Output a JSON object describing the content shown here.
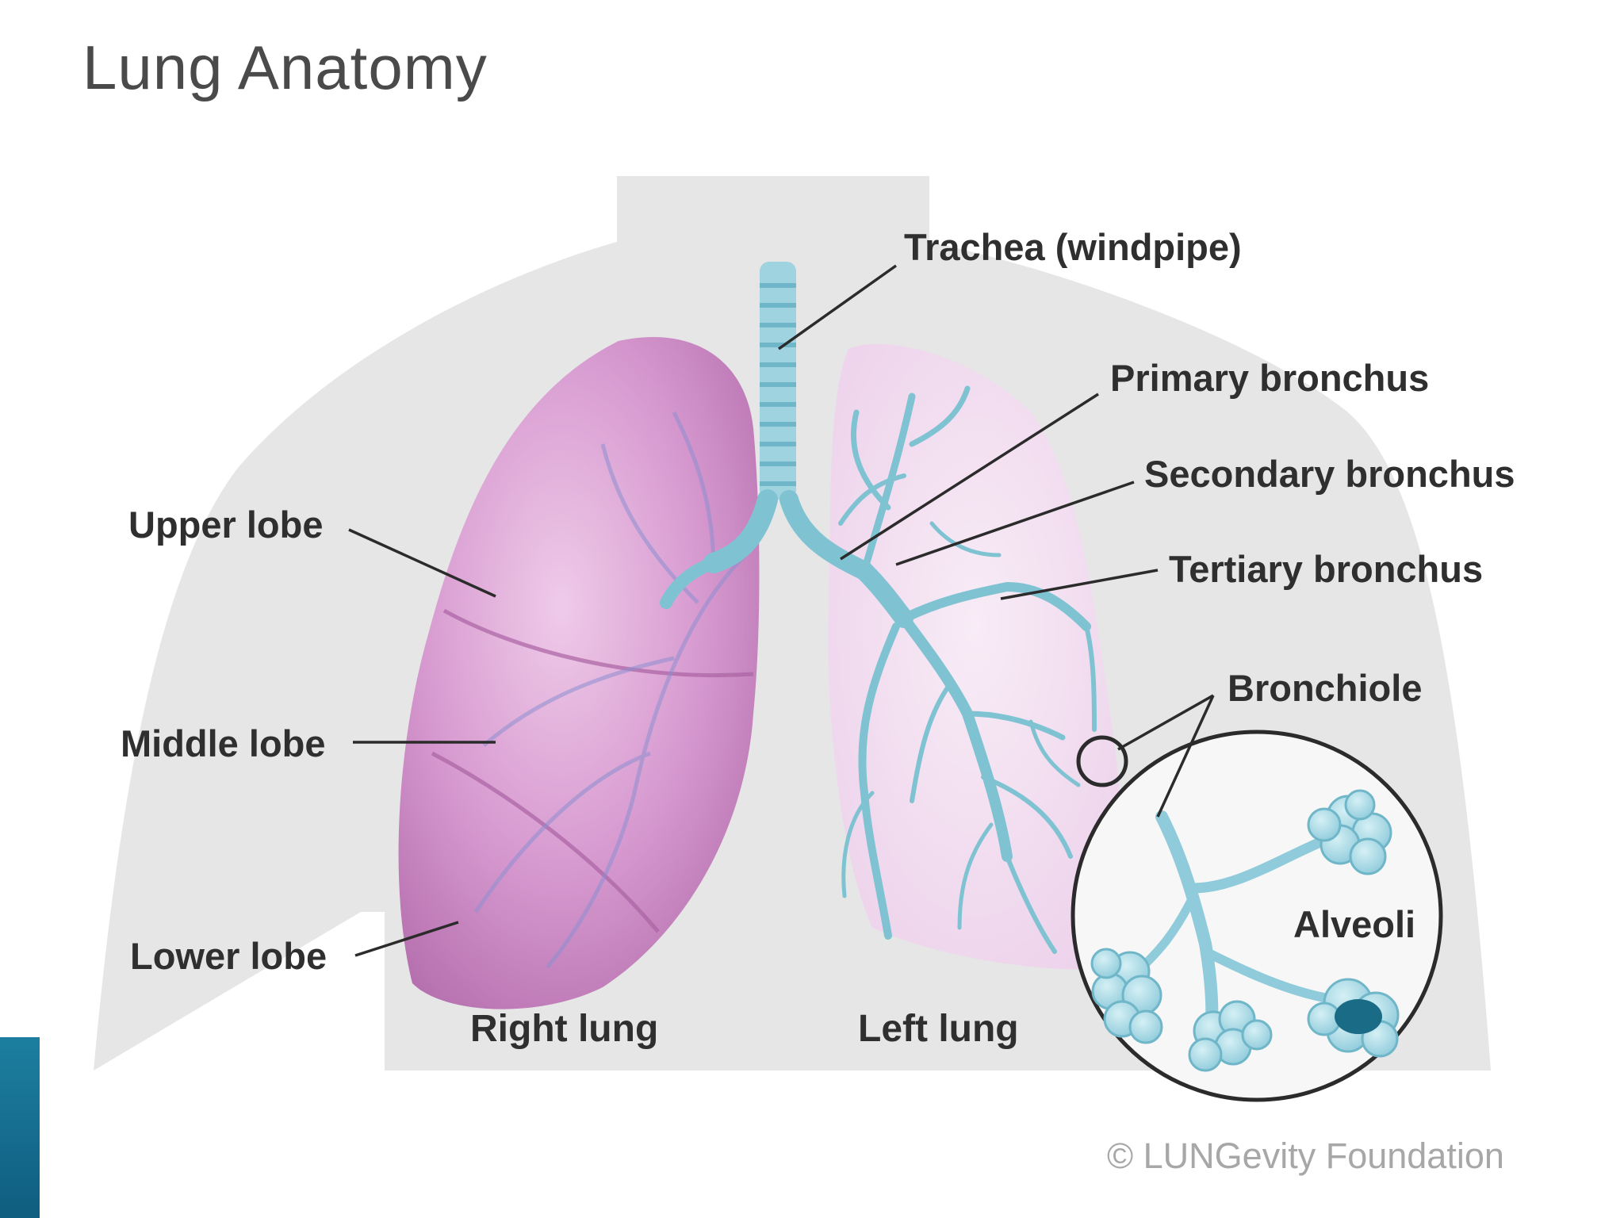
{
  "title": "Lung Anatomy",
  "labels": {
    "trachea": "Trachea (windpipe)",
    "primary_bronchus": "Primary bronchus",
    "secondary_bronchus": "Secondary bronchus",
    "tertiary_bronchus": "Tertiary bronchus",
    "bronchiole": "Bronchiole",
    "alveoli": "Alveoli",
    "upper_lobe": "Upper lobe",
    "middle_lobe": "Middle lobe",
    "lower_lobe": "Lower lobe",
    "right_lung": "Right lung",
    "left_lung": "Left lung"
  },
  "credit": "© LUNGevity Foundation",
  "colors": {
    "silhouette": "#e6e6e6",
    "right_lung": "#c98dc4",
    "left_lung": "#f1dcef",
    "airway": "#7fc3d3",
    "alveoli": "#a8dbe6",
    "leader_line": "#2b2b2b",
    "corner_accent": "#15698c"
  }
}
